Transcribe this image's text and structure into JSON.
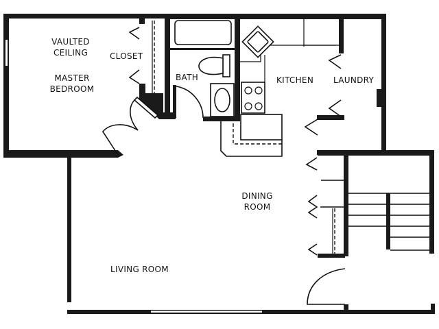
{
  "floor_plan": {
    "colors": {
      "wall": "#1a1a1a",
      "background": "#ffffff",
      "line": "#111111"
    },
    "rooms": [
      {
        "id": "master-bedroom",
        "label_lines": [
          "VAULTED",
          "CEILING",
          "",
          "MASTER",
          "BEDROOM"
        ]
      },
      {
        "id": "closet",
        "label_lines": [
          "CLOSET"
        ]
      },
      {
        "id": "bath",
        "label_lines": [
          "BATH"
        ]
      },
      {
        "id": "kitchen",
        "label_lines": [
          "KITCHEN"
        ]
      },
      {
        "id": "laundry",
        "label_lines": [
          "LAUNDRY"
        ]
      },
      {
        "id": "dining-room",
        "label_lines": [
          "DINING",
          "ROOM"
        ]
      },
      {
        "id": "living-room",
        "label_lines": [
          "LIVING ROOM"
        ]
      }
    ],
    "labels": {
      "vaulted_1": "VAULTED",
      "vaulted_2": "CEILING",
      "master_1": "MASTER",
      "master_2": "BEDROOM",
      "closet": "CLOSET",
      "bath": "BATH",
      "kitchen": "KITCHEN",
      "laundry": "LAUNDRY",
      "dining_1": "DINING",
      "dining_2": "ROOM",
      "living": "LIVING ROOM"
    },
    "fixtures": [
      "bathtub",
      "toilet",
      "bathroom-sink",
      "kitchen-sink",
      "stove",
      "refrigerator",
      "kitchen-counter",
      "stairs",
      "closet-shelves",
      "windows"
    ]
  }
}
